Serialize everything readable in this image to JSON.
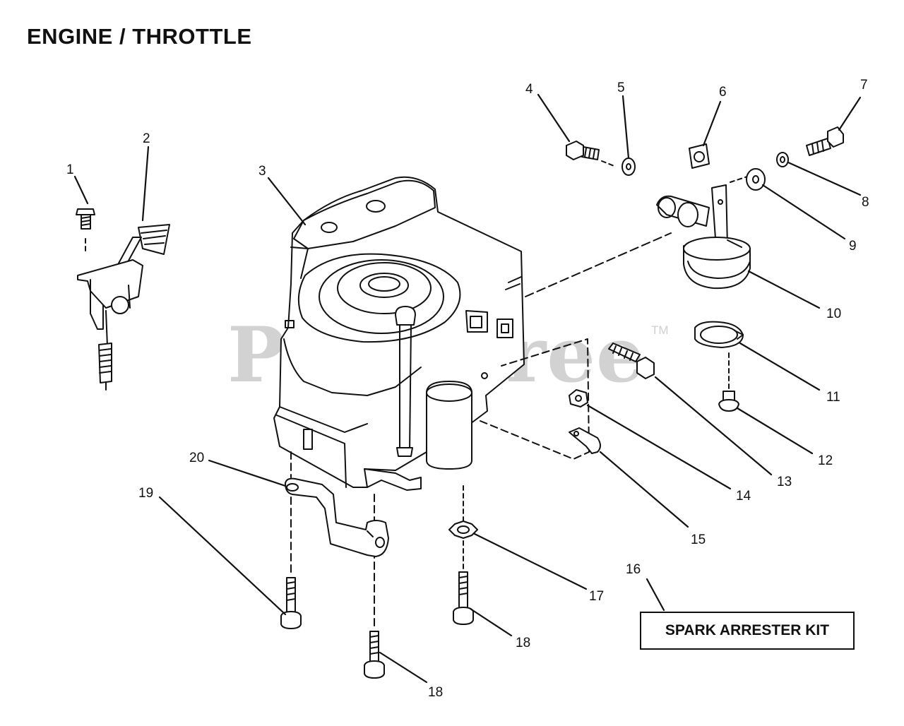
{
  "title": "ENGINE / THROTTLE",
  "watermark": "PartsTree",
  "watermark_mark": "TM",
  "kit_label": "SPARK ARRESTER KIT",
  "callouts": [
    "1",
    "2",
    "3",
    "4",
    "5",
    "6",
    "7",
    "8",
    "9",
    "10",
    "11",
    "12",
    "13",
    "14",
    "15",
    "16",
    "17",
    "18",
    "18",
    "19",
    "20"
  ],
  "colors": {
    "ink": "#111111",
    "watermark": "#d2d2d2",
    "background": "#ffffff"
  }
}
